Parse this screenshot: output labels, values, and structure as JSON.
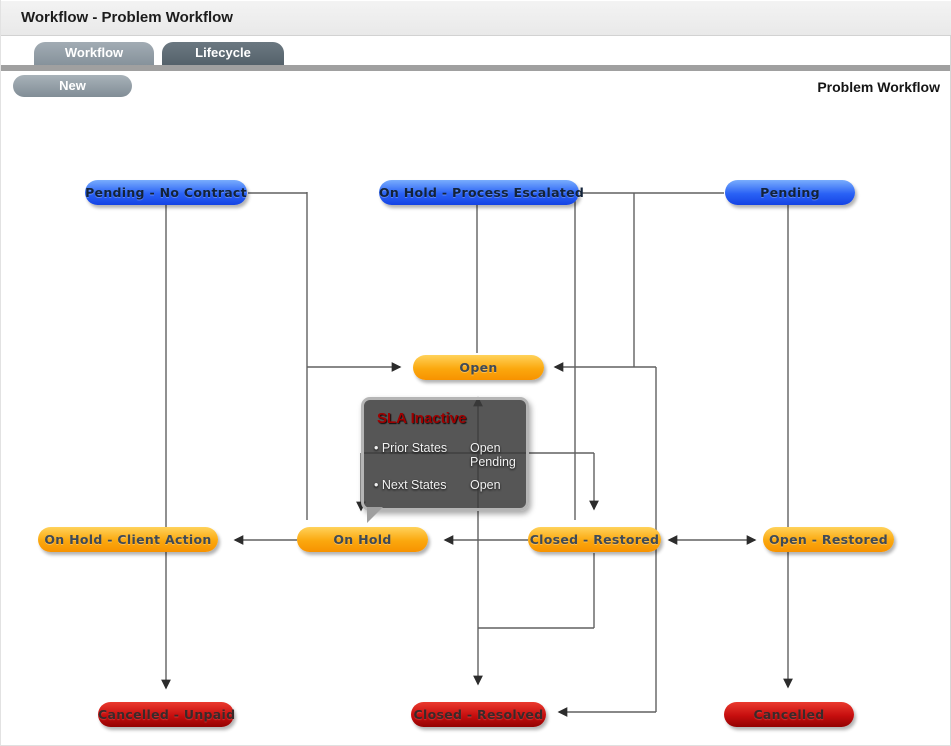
{
  "window": {
    "title": "Workflow - Problem Workflow"
  },
  "tabs": [
    {
      "label": "Workflow",
      "active": true
    },
    {
      "label": "Lifecycle",
      "active": false
    }
  ],
  "toolbar": {
    "new_label": "New"
  },
  "header": {
    "page_label": "Problem Workflow"
  },
  "tooltip": {
    "title": "SLA Inactive",
    "rows": [
      {
        "label": "• Prior States",
        "value": "Open\nPending"
      },
      {
        "label": "• Next States",
        "value": "Open"
      }
    ]
  },
  "diagram": {
    "nodes": [
      {
        "id": "pending-no-contract",
        "label": "Pending - No Contract",
        "type": "blue"
      },
      {
        "id": "on-hold-process-escalated",
        "label": "On Hold - Process Escalated",
        "type": "blue"
      },
      {
        "id": "pending",
        "label": "Pending",
        "type": "blue"
      },
      {
        "id": "open",
        "label": "Open",
        "type": "orange"
      },
      {
        "id": "on-hold-client-action",
        "label": "On Hold - Client Action",
        "type": "orange"
      },
      {
        "id": "on-hold",
        "label": "On Hold",
        "type": "orange"
      },
      {
        "id": "closed-restored",
        "label": "Closed - Restored",
        "type": "orange"
      },
      {
        "id": "open-restored",
        "label": "Open - Restored",
        "type": "orange"
      },
      {
        "id": "cancelled-unpaid",
        "label": "Cancelled - Unpaid",
        "type": "red"
      },
      {
        "id": "closed-resolved",
        "label": "Closed - Resolved",
        "type": "red"
      },
      {
        "id": "cancelled",
        "label": "Cancelled",
        "type": "red"
      }
    ],
    "colors": {
      "state_blue": "#2a62f5",
      "state_orange": "#fba80e",
      "state_red": "#c60e0e",
      "connector": "#606060",
      "tooltip_title_red": "#9e0000"
    }
  }
}
